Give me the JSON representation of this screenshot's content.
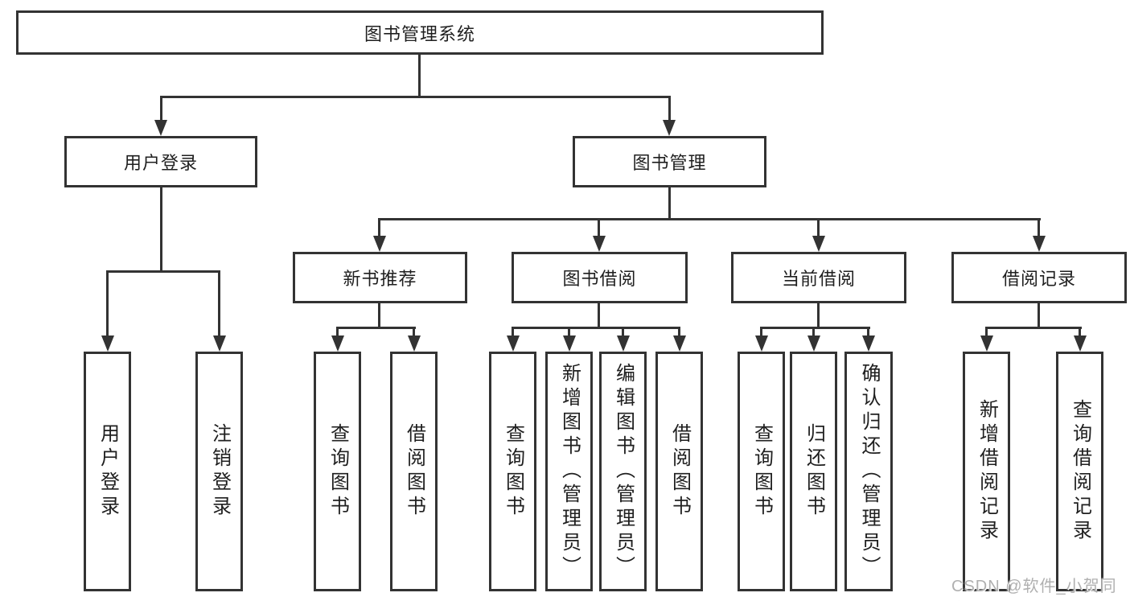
{
  "diagram": {
    "root": "图书管理系统",
    "branches": [
      {
        "label": "用户登录",
        "children": [
          "用户登录",
          "注销登录"
        ]
      },
      {
        "label": "图书管理",
        "children": [
          {
            "label": "新书推荐",
            "children": [
              "查询图书",
              "借阅图书"
            ]
          },
          {
            "label": "图书借阅",
            "children": [
              "查询图书",
              "新增图书（管理员）",
              "编辑图书（管理员）",
              "借阅图书"
            ]
          },
          {
            "label": "当前借阅",
            "children": [
              "查询图书",
              "归还图书",
              "确认归还（管理员）"
            ]
          },
          {
            "label": "借阅记录",
            "children": [
              "新增借阅记录",
              "查询借阅记录"
            ]
          }
        ]
      }
    ]
  },
  "watermark": {
    "text": "CSDN @软件_小贺同学"
  },
  "colors": {
    "line": "#333333",
    "text": "#1f1f1f",
    "background": "#ffffff",
    "watermark": "#b0b0b0"
  }
}
